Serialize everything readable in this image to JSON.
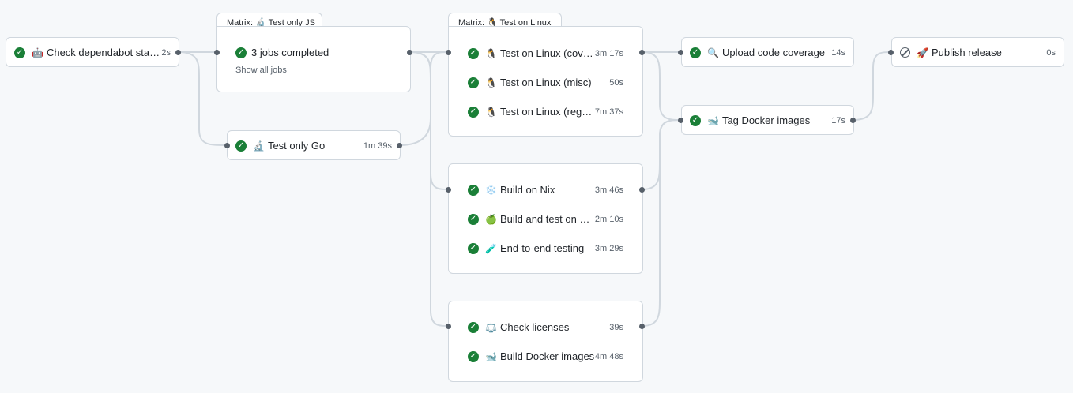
{
  "tabs": {
    "matrix_js": "Matrix: 🔬 Test only JS",
    "matrix_linux": "Matrix: 🐧 Test on Linux"
  },
  "jobs": {
    "dependabot": {
      "emoji": "🤖",
      "name": "Check dependabot status",
      "duration": "2s"
    },
    "js_summary": {
      "name": "3 jobs completed",
      "show_all": "Show all jobs"
    },
    "test_go": {
      "emoji": "🔬",
      "name": "Test only Go",
      "duration": "1m 39s"
    },
    "linux_cover": {
      "emoji": "🐧",
      "name": "Test on Linux (coverage)",
      "duration": "3m 17s"
    },
    "linux_misc": {
      "emoji": "🐧",
      "name": "Test on Linux (misc)",
      "duration": "50s"
    },
    "linux_regular": {
      "emoji": "🐧",
      "name": "Test on Linux (regular)",
      "duration": "7m 37s"
    },
    "nix": {
      "emoji": "❄️",
      "name": "Build on Nix",
      "duration": "3m 46s"
    },
    "mac": {
      "emoji": "🍏",
      "name": "Build and test on macOS",
      "duration": "2m 10s"
    },
    "e2e": {
      "emoji": "🧪",
      "name": "End-to-end testing",
      "duration": "3m 29s"
    },
    "licenses": {
      "emoji": "⚖️",
      "name": "Check licenses",
      "duration": "39s"
    },
    "build_docker": {
      "emoji": "🐋",
      "name": "Build Docker images",
      "duration": "4m 48s"
    },
    "upload_cov": {
      "emoji": "🔍",
      "name": "Upload code coverage",
      "duration": "14s"
    },
    "tag_docker": {
      "emoji": "🐋",
      "name": "Tag Docker images",
      "duration": "17s"
    },
    "publish": {
      "emoji": "🚀",
      "name": "Publish release",
      "duration": "0s"
    }
  },
  "status_icons": {
    "success": "check-circle-icon",
    "skipped": "skip-icon"
  },
  "colors": {
    "success": "#1a7f37",
    "edge": "#d0d7de",
    "dot": "#57606a"
  }
}
